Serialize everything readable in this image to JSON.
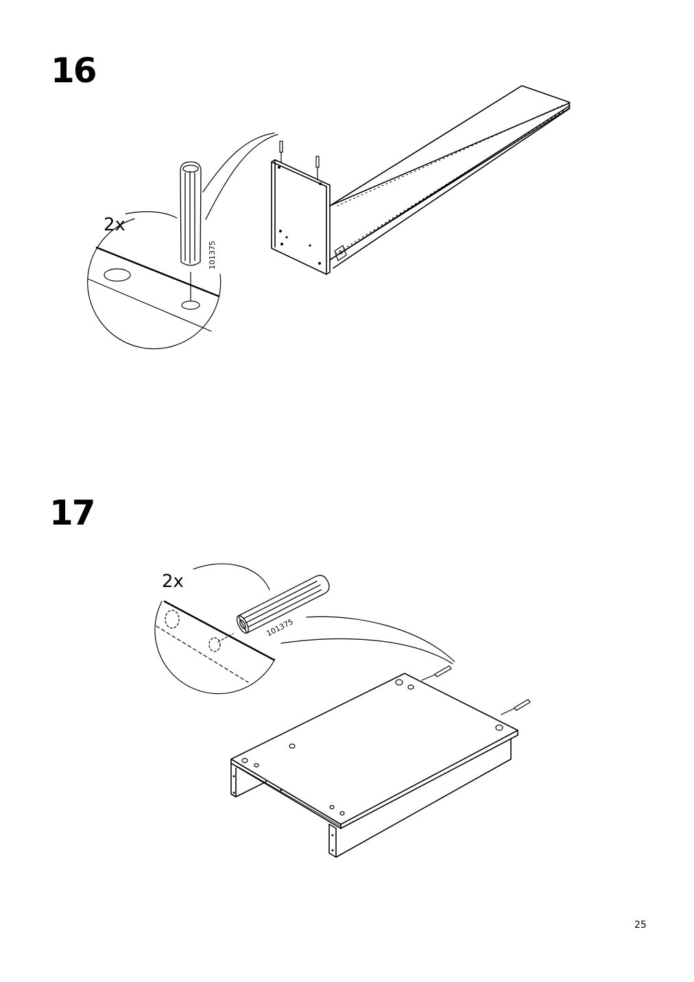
{
  "steps": [
    {
      "number": "16",
      "quantity": "2x",
      "part_number": "101375"
    },
    {
      "number": "17",
      "quantity": "2x",
      "part_number": "101375"
    }
  ],
  "page_number": "25"
}
